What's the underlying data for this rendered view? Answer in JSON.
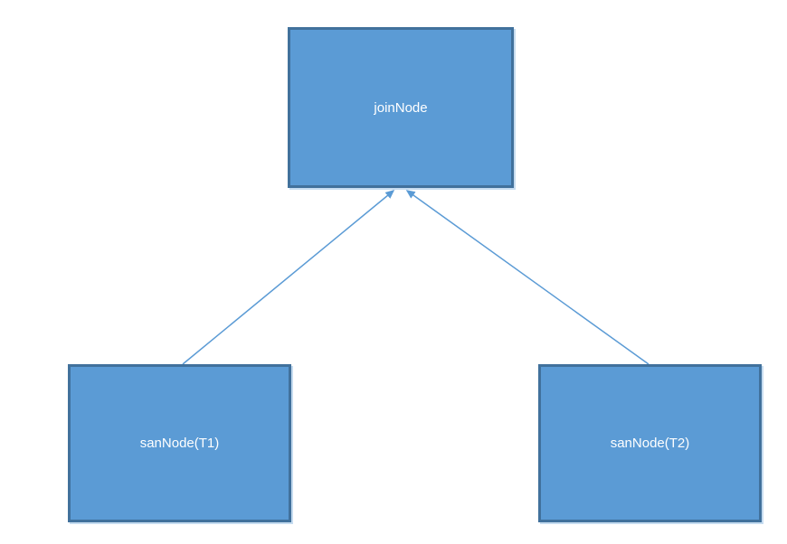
{
  "diagram": {
    "title": "node-tree-diagram",
    "nodes": [
      {
        "id": "joinNode",
        "label": "joinNode"
      },
      {
        "id": "sanNodeT1",
        "label": "sanNode(T1)"
      },
      {
        "id": "sanNodeT2",
        "label": "sanNode(T2)"
      }
    ],
    "edges": [
      {
        "from": "sanNodeT1",
        "to": "joinNode",
        "arrow": "triangle"
      },
      {
        "from": "sanNodeT2",
        "to": "joinNode",
        "arrow": "triangle"
      }
    ],
    "colors": {
      "node_fill": "#5b9bd5",
      "node_border": "#41719c",
      "connector": "#5b9bd5",
      "label_text": "#ffffff",
      "background": "#ffffff"
    }
  }
}
